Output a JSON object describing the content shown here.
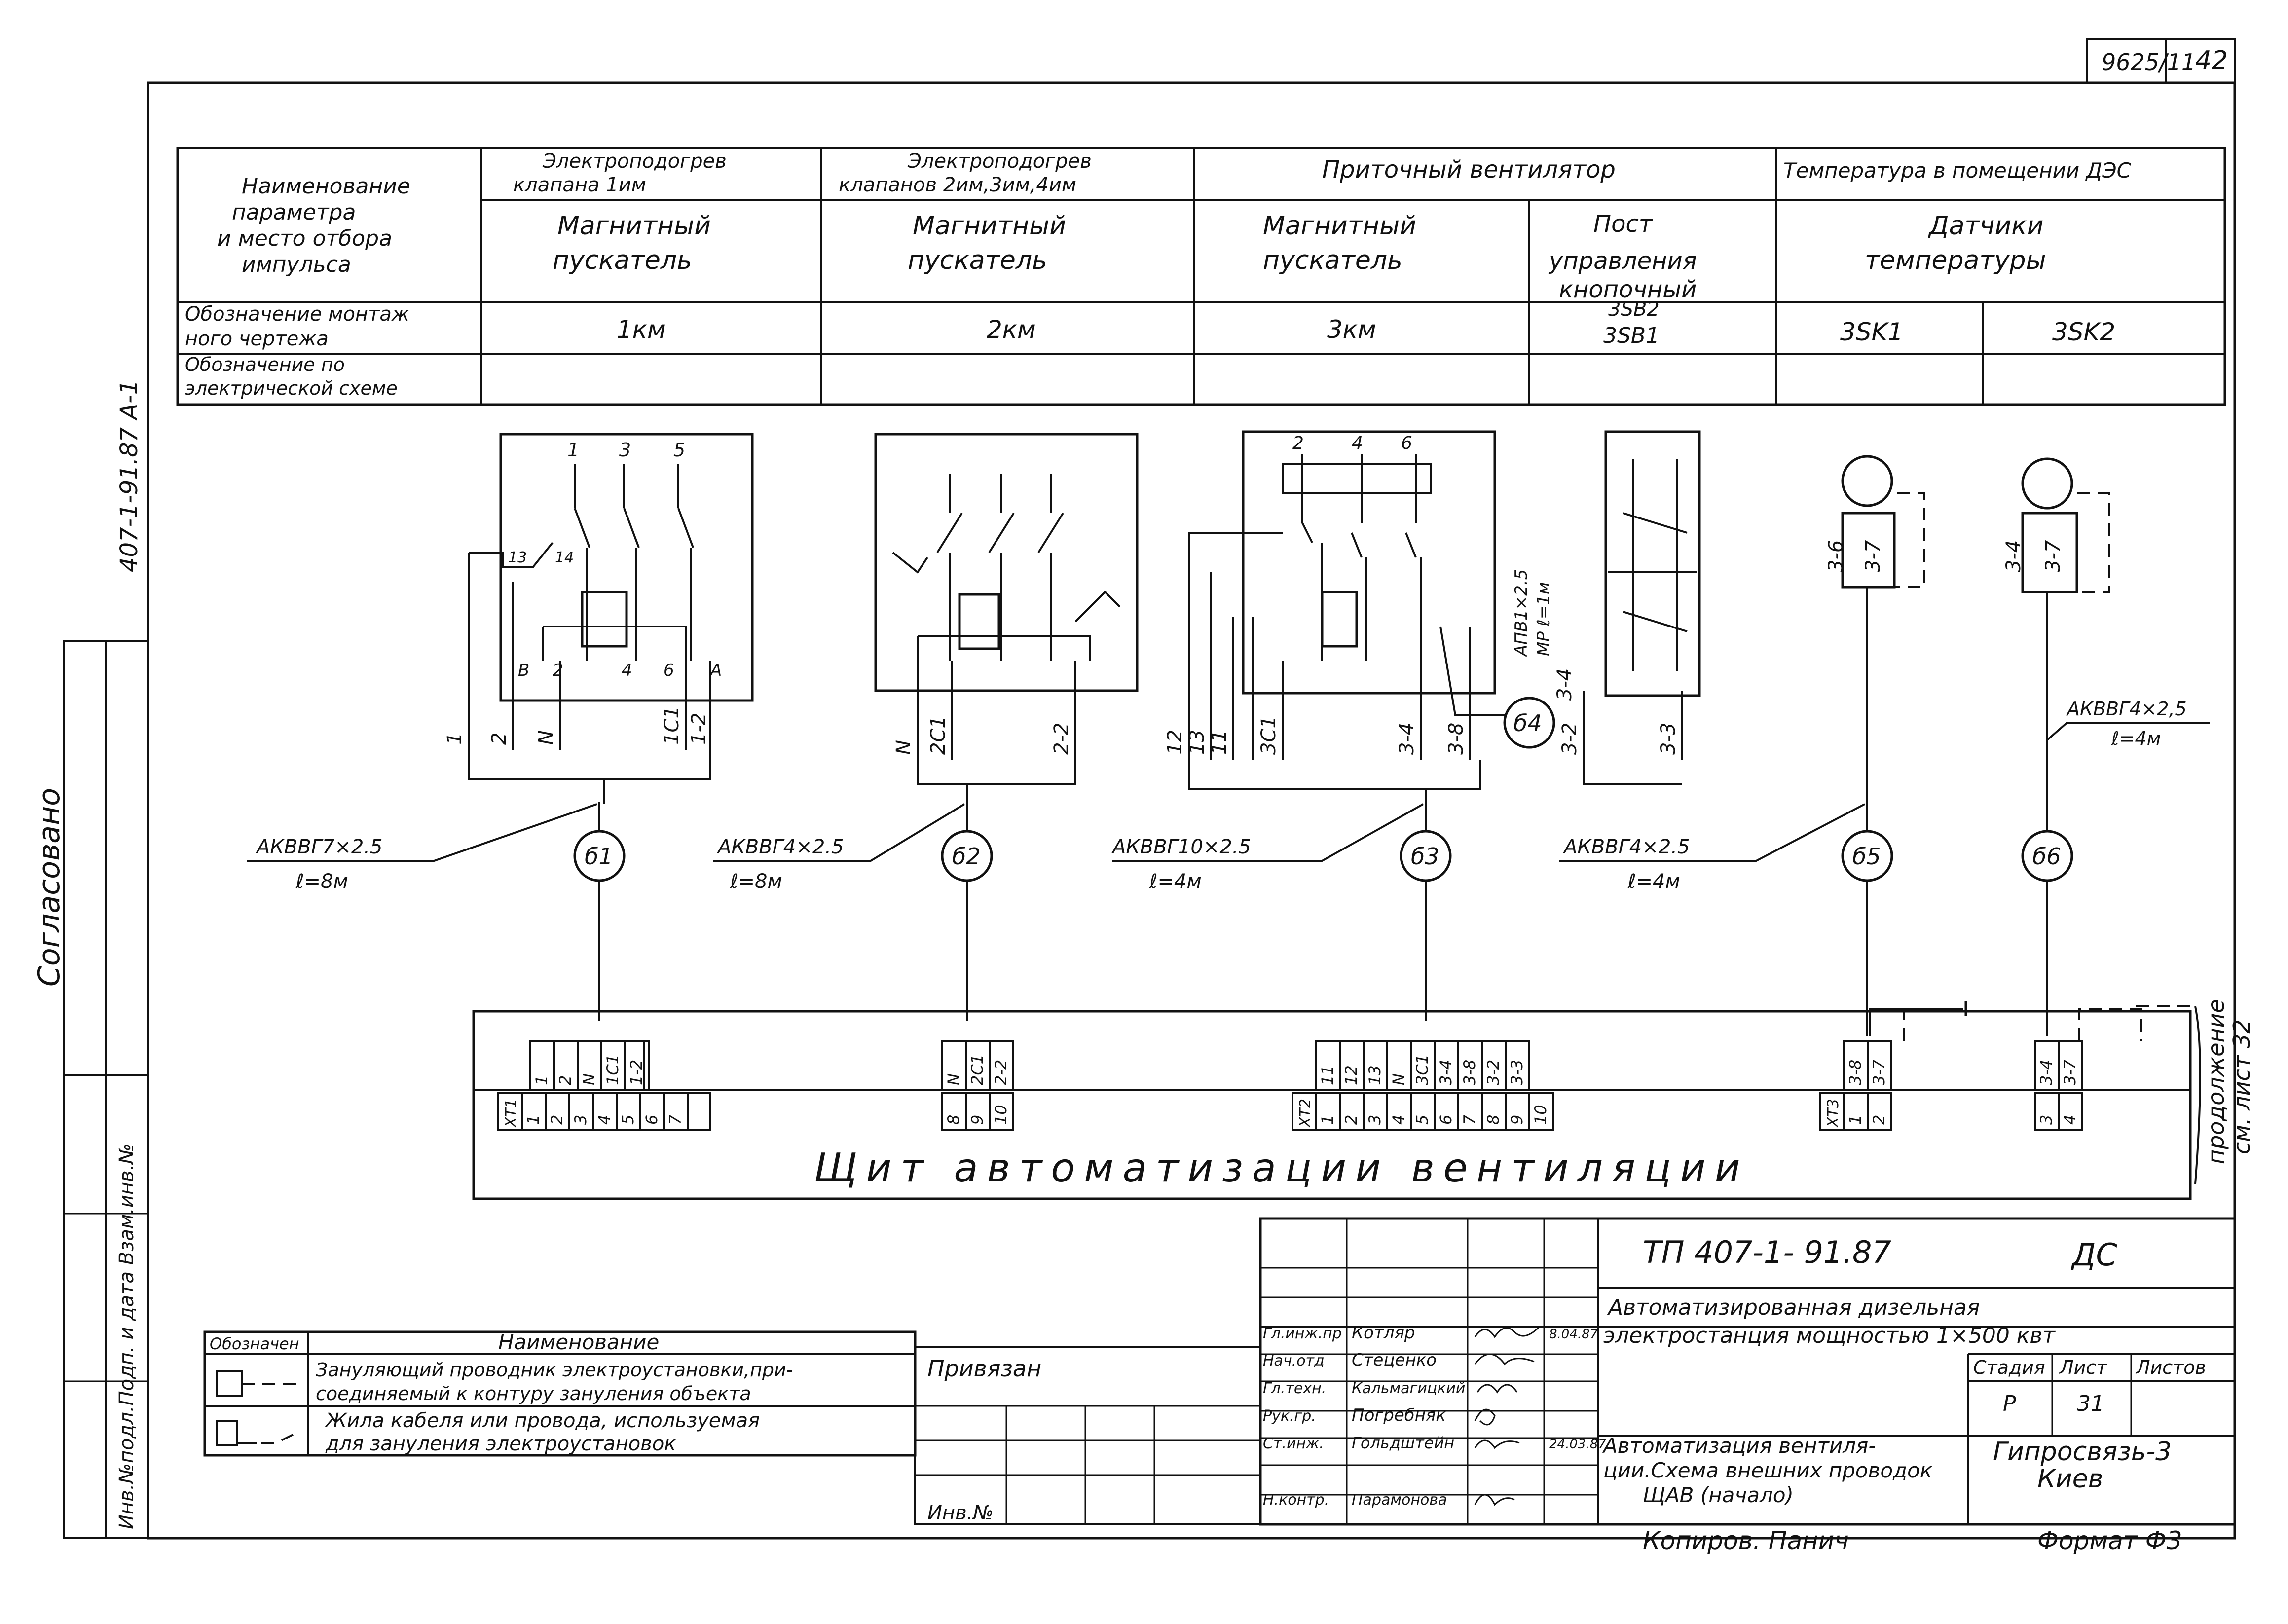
{
  "header": {
    "sheet_code": "9625/11",
    "page_number": "42",
    "side_code": "407-1-91.87  A-1"
  },
  "side_stamp": {
    "approved": "Согласовано",
    "inventory": "Инв.№подл.Подп. и дата Взам.инв.№"
  },
  "table": {
    "row_header": [
      "Наименование",
      "параметра",
      "и место отбора",
      "импульса"
    ],
    "row_mounting": [
      "Обозначение монтаж",
      "ного чертежа"
    ],
    "row_electric": [
      "Обозначение по",
      "электрической схеме"
    ],
    "col1": {
      "title": [
        "Электроподогрев",
        "клапана 1им"
      ],
      "device": [
        "Магнитный",
        "пускатель"
      ],
      "mark": "1км"
    },
    "col2": {
      "title": [
        "Электроподогрев",
        "клапанов 2им,3им,4им"
      ],
      "device": [
        "Магнитный",
        "пускатель"
      ],
      "mark": "2км"
    },
    "col3": {
      "title": "Приточный   вентилятор",
      "device": [
        "Магнитный",
        "пускатель"
      ],
      "mark": "3км"
    },
    "col3b": {
      "device": [
        "Пост",
        "управления",
        "кнопочный"
      ],
      "mark": [
        "3SB2",
        "3SB1"
      ]
    },
    "col4": {
      "title": "Температура в помещении ДЭС",
      "device": [
        "Датчики",
        "температуры"
      ],
      "mark": [
        "3SK1",
        "3SK2"
      ]
    }
  },
  "dev1": {
    "top": [
      "1",
      "3",
      "5"
    ],
    "aux": [
      "13",
      "14"
    ],
    "coil": [
      "В",
      "2",
      "4",
      "6",
      "А"
    ],
    "wires": [
      "1",
      "2",
      "N",
      "1С1",
      "1-2"
    ]
  },
  "dev2": {
    "wires": [
      "N",
      "2С1",
      "2-2"
    ]
  },
  "dev3": {
    "top": [
      "2",
      "4",
      "6"
    ],
    "wires": [
      "12",
      "13",
      "11",
      "3С1",
      "3-4",
      "3-8",
      "3-2",
      "3-3",
      "3-4"
    ]
  },
  "sensors": {
    "s1": {
      "wire": [
        "3-6",
        "3-7"
      ]
    },
    "s2": {
      "wire": [
        "3-4",
        "3-7"
      ]
    }
  },
  "cables": {
    "b1": {
      "id": "б1",
      "spec": "АКВВГ7×2.5",
      "length": "ℓ=8м"
    },
    "b2": {
      "id": "б2",
      "spec": "АКВВГ4×2.5",
      "length": "ℓ=8м"
    },
    "b3": {
      "id": "б3",
      "spec": "АКВВГ10×2.5",
      "length": "ℓ=4м"
    },
    "b4": {
      "id": "б4",
      "spec": "АПВ1×2.5",
      "length": "МР ℓ=1м"
    },
    "b5": {
      "id": "б5",
      "spec": "АКВВГ4×2.5",
      "length": "ℓ=4м"
    },
    "b6": {
      "id": "б6",
      "spec": "АКВВГ4×2,5",
      "length": "ℓ=4м"
    }
  },
  "strips": [
    {
      "name": "XT1",
      "terminals": [
        "1",
        "2",
        "3",
        "4",
        "5",
        "6",
        "7"
      ],
      "wires": [
        "1",
        "2",
        "N",
        "1С1",
        "1-2"
      ]
    },
    {
      "name": "",
      "terminals": [
        "8",
        "9",
        "10"
      ],
      "wires": [
        "N",
        "2С1",
        "2-2"
      ]
    },
    {
      "name": "XT2",
      "terminals": [
        "1",
        "2",
        "3",
        "4",
        "5",
        "6",
        "7",
        "8",
        "9",
        "10"
      ],
      "wires": [
        "11",
        "12",
        "13",
        "N",
        "3С1",
        "3-4",
        "3-8",
        "3-2",
        "3-3"
      ]
    },
    {
      "name": "XT3",
      "terminals": [
        "1",
        "2"
      ],
      "wires": [
        "3-8",
        "3-7"
      ]
    },
    {
      "name": "",
      "terminals": [
        "3",
        "4"
      ],
      "wires": [
        "3-4",
        "3-7"
      ]
    }
  ],
  "panel": {
    "title": "Щит автоматизации вентиляции",
    "continuation": [
      "продолжение",
      "см. лист 32"
    ]
  },
  "legend": {
    "symbol_header": "Обозначен",
    "name_header": "Наименование",
    "items": [
      {
        "line1": "Зануляющий проводник электроустановки,при-",
        "line2": "соединяемый к контуру зануления объекта"
      },
      {
        "line1": "Жила кабеля или провода, используемая",
        "line2": "для зануления электроустановок"
      }
    ]
  },
  "title_block": {
    "binding": "Привязан",
    "inv_no": "Инв.№",
    "code": "ТП 407-1- 91.87",
    "doc_type": "ДС",
    "project": [
      "Автоматизированная   дизельная",
      "электростанция мощностью 1×500 квт"
    ],
    "stage_header": "Стадия",
    "sheet_header": "Лист",
    "sheets_header": "Листов",
    "stage": "Р",
    "sheet": "31",
    "sheet_title": [
      "Автоматизация вентиля-",
      "ции.Схема внешних проводок",
      "ЩАВ (начало)"
    ],
    "organization": [
      "Гипросвязь-3",
      "Киев"
    ],
    "people": [
      {
        "role": "Гл.инж.пр",
        "name": "Котляр",
        "date": "8.04.87"
      },
      {
        "role": "Нач.отд",
        "name": "Стеценко",
        "date": ""
      },
      {
        "role": "Гл.техн.",
        "name": "Кальмагицкий",
        "date": ""
      },
      {
        "role": "Рук.гр.",
        "name": "Погребняк",
        "date": ""
      },
      {
        "role": "Ст.инж.",
        "name": "Гольдштейн",
        "date": "24.03.87"
      },
      {
        "role": "Н.контр.",
        "name": "Парамонова",
        "date": ""
      }
    ]
  },
  "footer": {
    "copied_by": "Копиров. Панич",
    "format": "Формат  Ф3"
  }
}
